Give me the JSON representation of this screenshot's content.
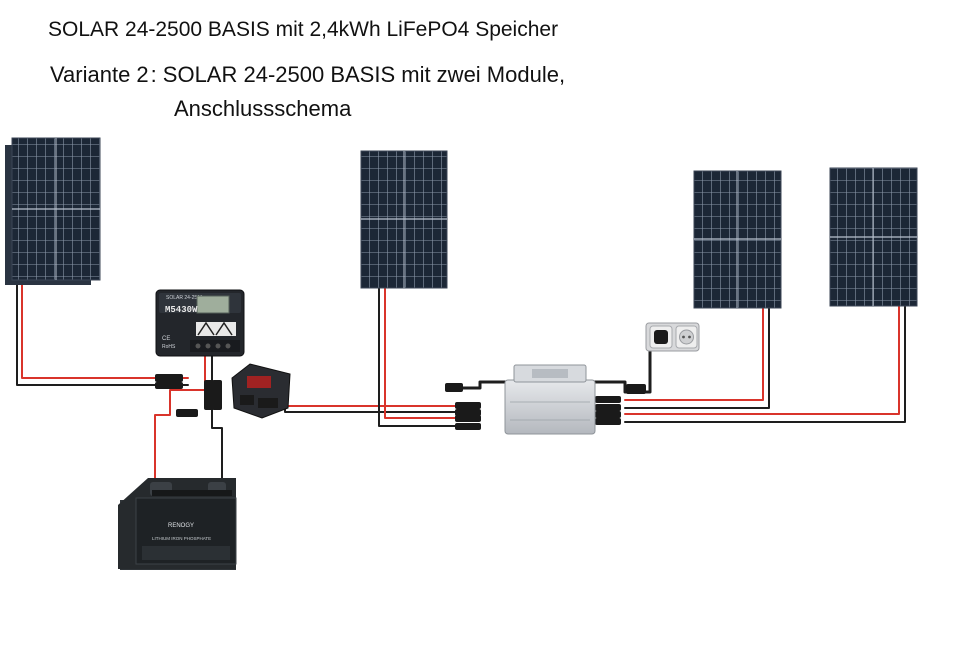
{
  "header": {
    "title": "SOLAR 24-2500 BASIS  mit 2,4kWh LiFePO4 Speicher",
    "variant_label": "Variante 2",
    "variant_text": "SOLAR 24-2500 BASIS mit zwei Module,",
    "variant_text_2": "Anschlussschema"
  },
  "devices": {
    "controller_brand": "SOLAR 24-2500",
    "controller_display": "M5430W",
    "controller_ce": "CE",
    "controller_rohs": "RoHS",
    "battery_brand": "RENOGY",
    "battery_label": "LITHIUM IRON PHOSPHATE"
  },
  "colors": {
    "panel_cell": "#1c2736",
    "panel_grid": "#8a96a8",
    "cable_red": "#d9342b",
    "cable_black": "#1e1e1e",
    "device_dark": "#23262b",
    "inverter_silver": "#c9ccd1"
  },
  "icons": [
    "solar-panel-icon",
    "charge-controller-icon",
    "battery-icon",
    "microinverter-icon",
    "wall-socket-icon",
    "dc-converter-icon"
  ]
}
